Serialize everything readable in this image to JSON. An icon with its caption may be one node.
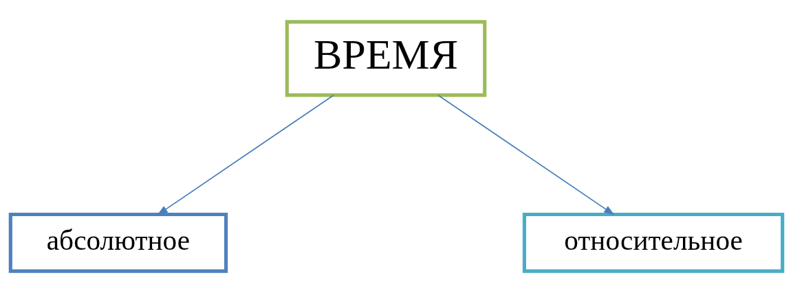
{
  "diagram": {
    "nodes": [
      {
        "text": [
          "ВРЕМЯ"
        ]
      },
      {
        "text": [
          "абсолютное"
        ]
      },
      {
        "text": [
          "относительное"
        ]
      }
    ],
    "edges": [
      {
        "from": 0,
        "to": 1,
        "arrow": "to"
      },
      {
        "from": 0,
        "to": 2,
        "arrow": "to"
      }
    ]
  }
}
